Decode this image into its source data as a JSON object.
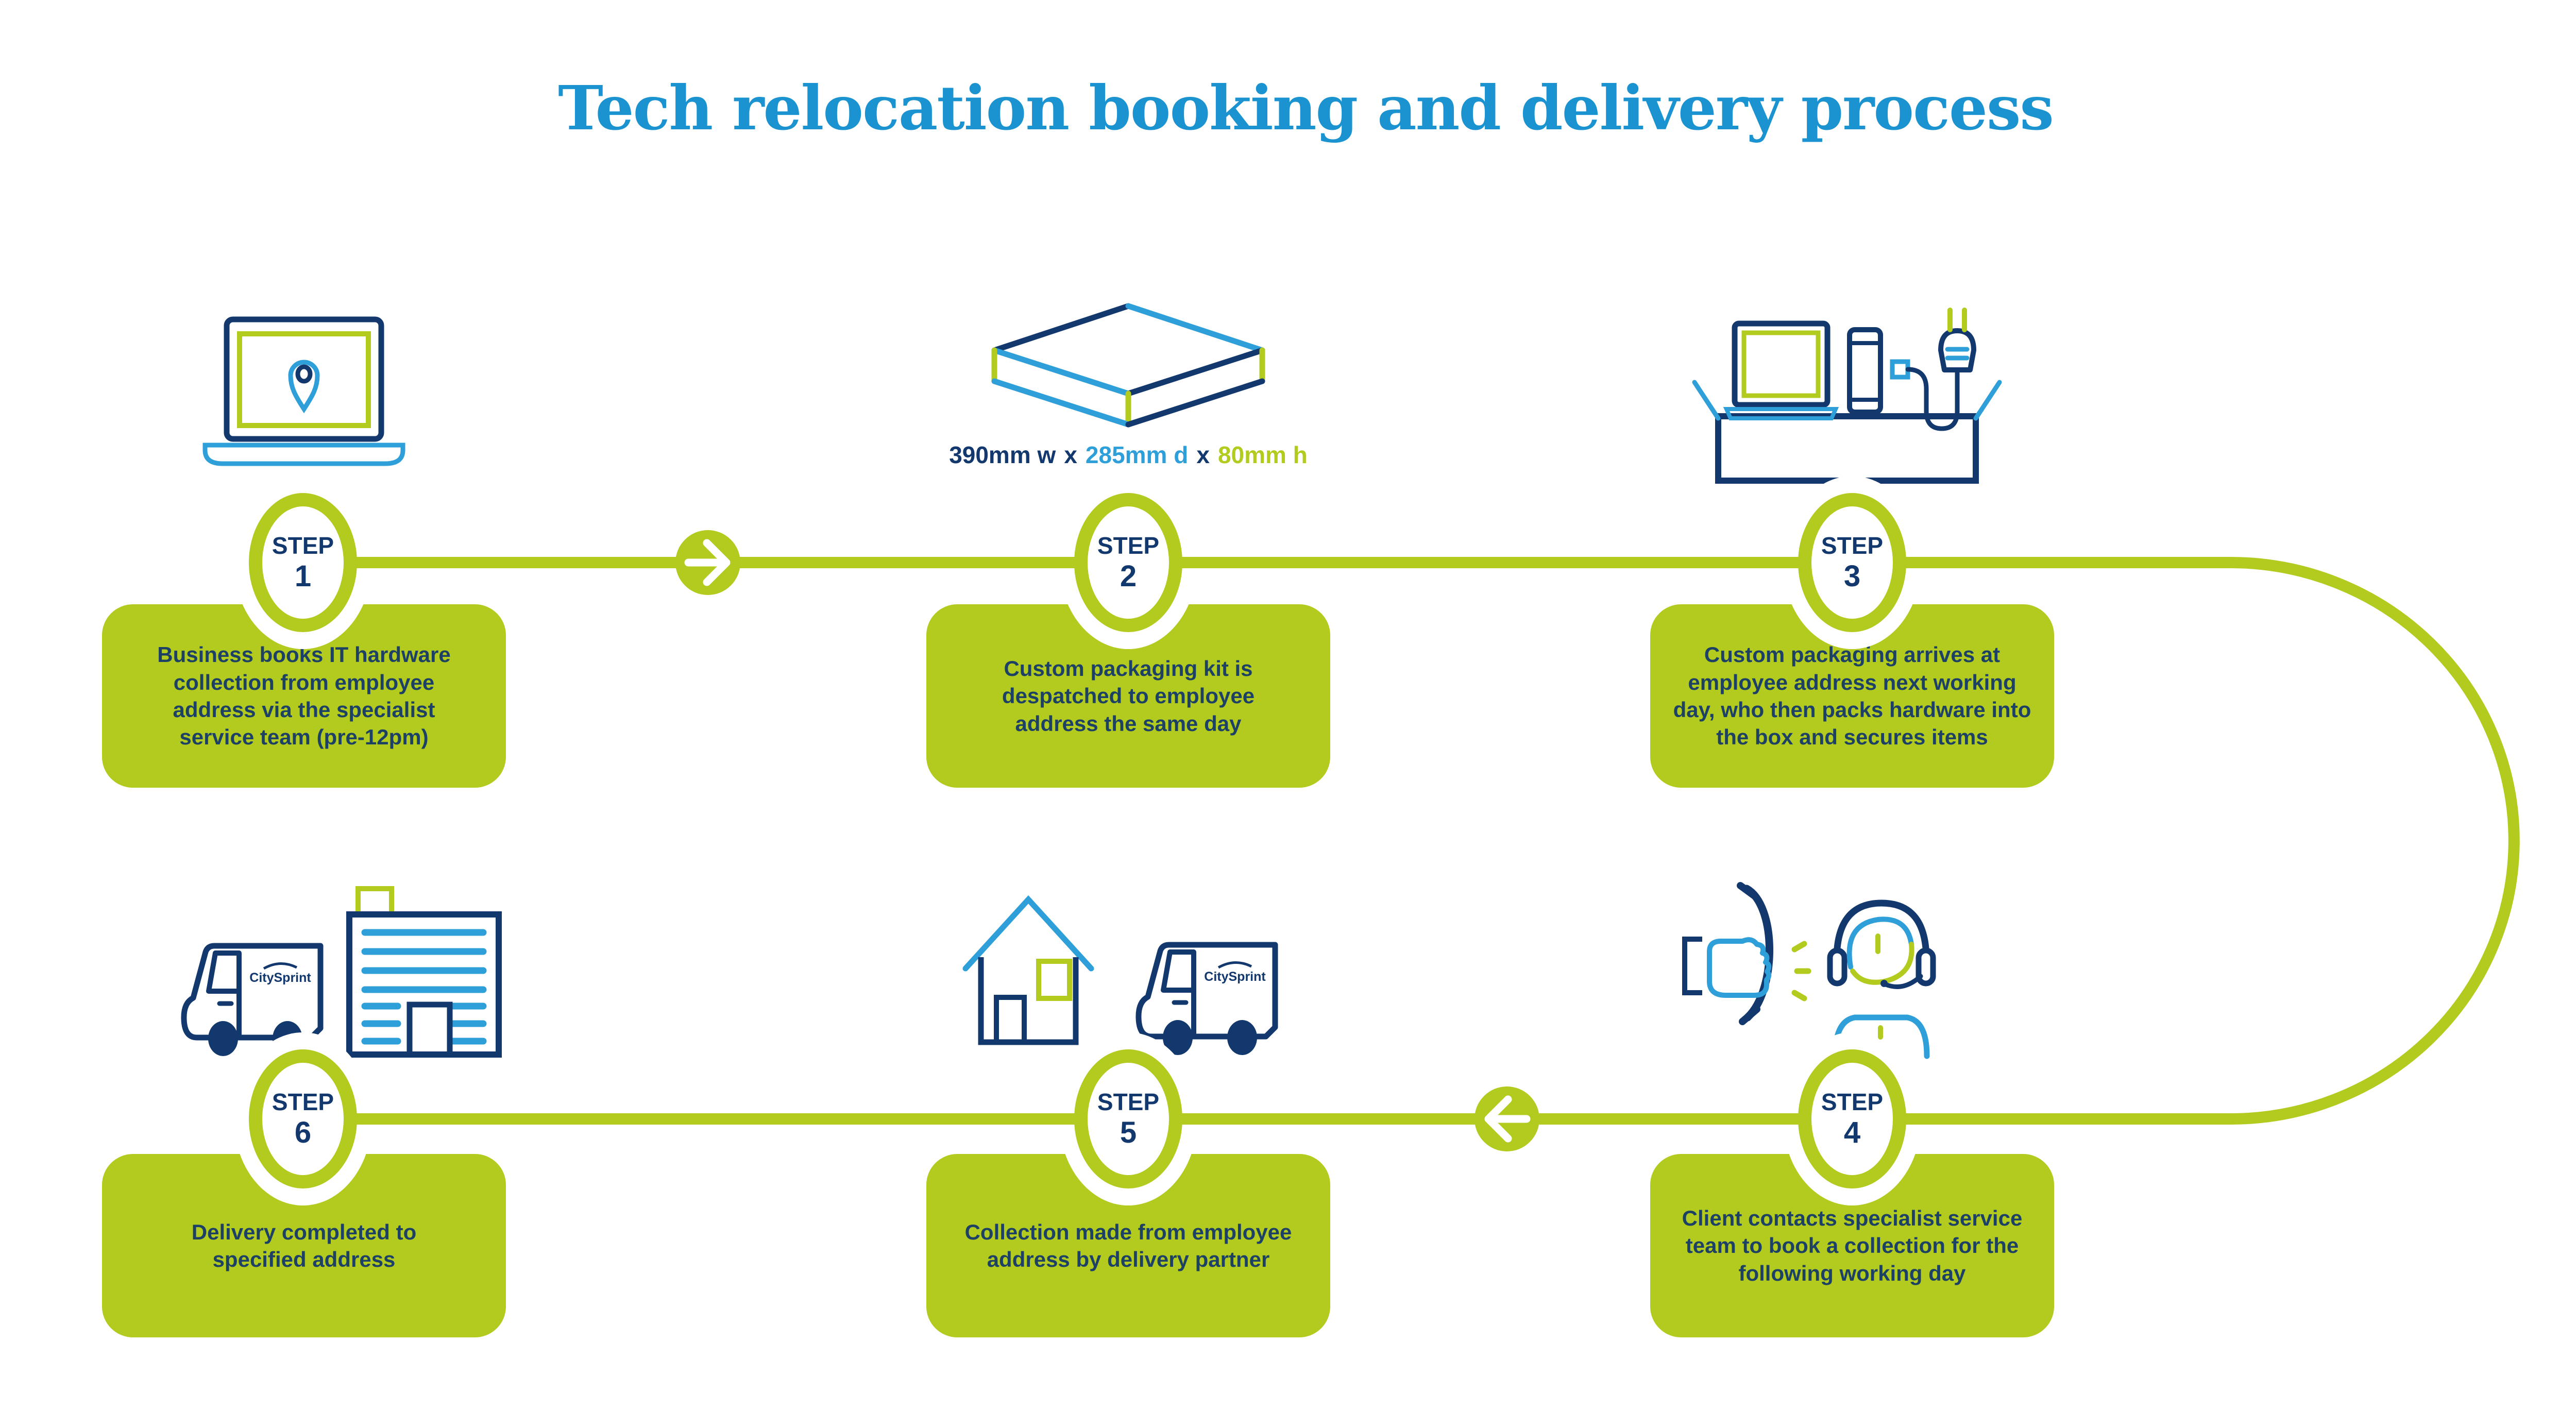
{
  "title": "Tech relocation booking and delivery process",
  "brand": {
    "name": "CitySprint"
  },
  "package_dimensions": {
    "width": "390mm w",
    "sep1": "x",
    "depth": "285mm d",
    "sep2": "x",
    "height": "80mm h"
  },
  "steps": [
    {
      "label": "STEP",
      "number": "1",
      "description": "Business books IT hardware collection from employee address via the specialist service team (pre-12pm)"
    },
    {
      "label": "STEP",
      "number": "2",
      "description": "Custom packaging kit is despatched to employee address the same day"
    },
    {
      "label": "STEP",
      "number": "3",
      "description": "Custom packaging arrives at employee address next working day, who then packs hardware into the box and secures items"
    },
    {
      "label": "STEP",
      "number": "4",
      "description": "Client contacts specialist service team to book a collection for the following working day"
    },
    {
      "label": "STEP",
      "number": "5",
      "description": "Collection made from employee address by delivery partner"
    },
    {
      "label": "STEP",
      "number": "6",
      "description": "Delivery completed to specified address"
    }
  ],
  "colors": {
    "lime_green": "#b3cb1e",
    "navy": "#12386e",
    "light_blue": "#2e9fd9",
    "title_blue": "#1a93d0",
    "description_text": "#1d4065"
  }
}
